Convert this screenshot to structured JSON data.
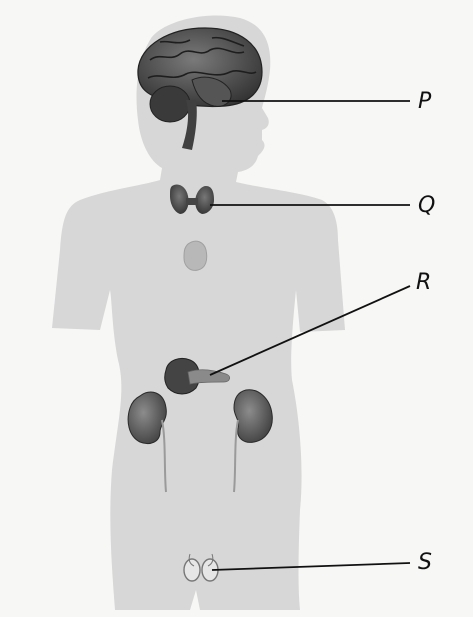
{
  "labels": {
    "p": "P",
    "q": "Q",
    "r": "R",
    "s": "S"
  },
  "colors": {
    "background": "#f7f7f5",
    "body": "#d7d7d7",
    "brain": "#4a4a4a",
    "organ_dark": "#5a5a5a",
    "organ_light": "#8a8a8a",
    "thymus": "#b8b8b8",
    "line": "#111111"
  }
}
